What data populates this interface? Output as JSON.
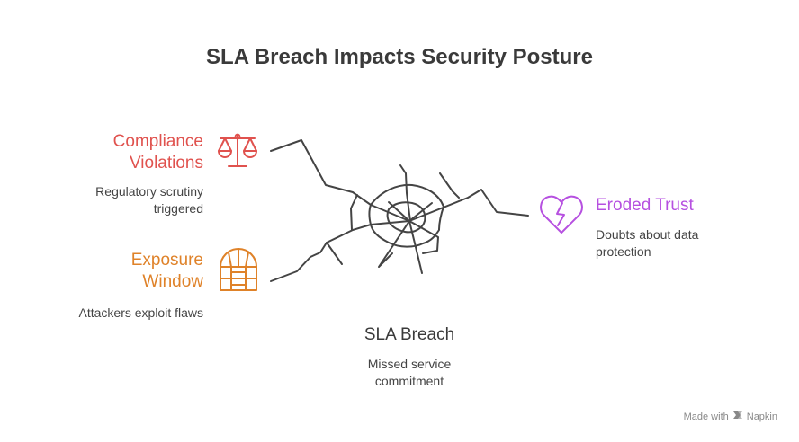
{
  "title": "SLA Breach Impacts Security Posture",
  "colors": {
    "compliance": "#e0524e",
    "exposure": "#df8229",
    "trust": "#b650e0",
    "center": "#3a3a3a",
    "lines": "#444444"
  },
  "icons": {
    "compliance": "scales-icon",
    "exposure": "arched-window-icon",
    "trust": "broken-heart-icon",
    "brand": "napkin-logo-icon"
  },
  "items": {
    "compliance": {
      "title_line1": "Compliance",
      "title_line2": "Violations",
      "desc_line1": "Regulatory scrutiny",
      "desc_line2": "triggered"
    },
    "exposure": {
      "title_line1": "Exposure",
      "title_line2": "Window",
      "desc_line1": "Attackers exploit flaws"
    },
    "trust": {
      "title": "Eroded Trust",
      "desc_line1": "Doubts about data",
      "desc_line2": "protection"
    },
    "center": {
      "title": "SLA Breach",
      "desc_line1": "Missed service",
      "desc_line2": "commitment"
    }
  },
  "footer": {
    "made_with": "Made with",
    "brand": "Napkin"
  }
}
